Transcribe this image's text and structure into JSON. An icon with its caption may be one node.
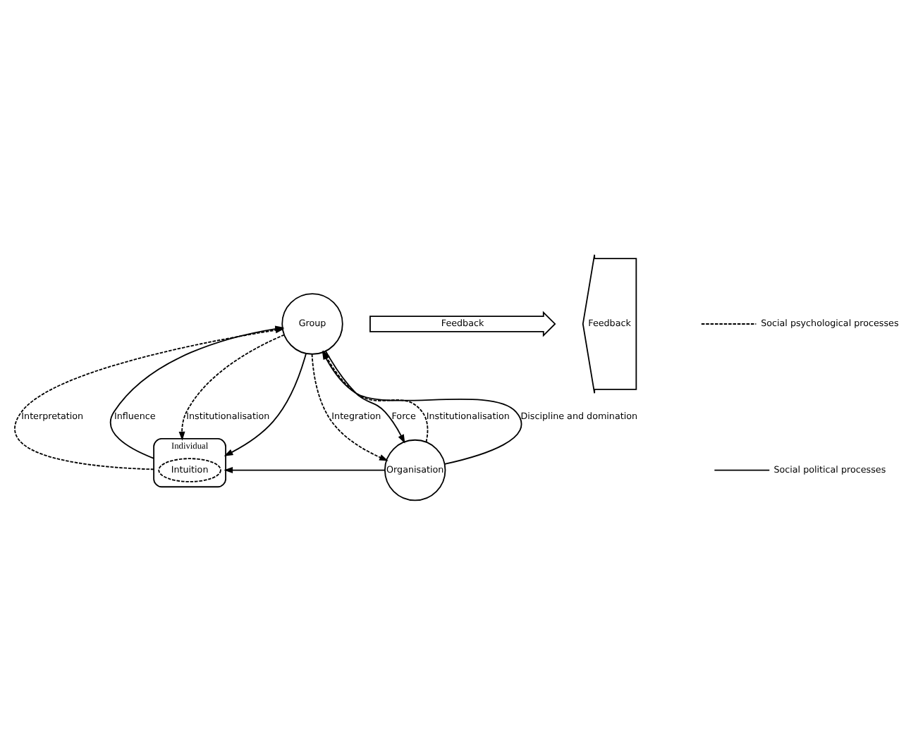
{
  "diagram": {
    "nodes": [
      {
        "text": [
          "Individual"
        ]
      },
      {
        "text": [
          "Intuition"
        ],
        "in": 0
      },
      {
        "text": [
          "Group"
        ]
      },
      {
        "text": [
          "Organisation"
        ]
      },
      {
        "text": [
          "Feedback"
        ]
      },
      {
        "text": [
          "Feedback"
        ]
      }
    ],
    "edges": [
      {
        "from": 0,
        "to": 2,
        "arrow": "to",
        "label": "Interpretation",
        "style": "dashed"
      },
      {
        "from": 0,
        "to": 2,
        "arrow": "to",
        "label": "Influence"
      },
      {
        "from": 2,
        "to": 0,
        "arrow": "to",
        "label": "Institutionalisation",
        "style": "dashed"
      },
      {
        "from": 2,
        "to": 0,
        "arrow": "to"
      },
      {
        "from": 2,
        "to": 3,
        "arrow": "to",
        "label": "Integration",
        "style": "dashed"
      },
      {
        "from": 2,
        "to": 3,
        "arrow": "to",
        "label": "Force"
      },
      {
        "from": 3,
        "to": 2,
        "arrow": "to",
        "label": "Institutionalisation",
        "style": "dashed"
      },
      {
        "from": 3,
        "to": 2,
        "arrow": "to",
        "label": "Discipline and domination"
      },
      {
        "from": 3,
        "to": 0,
        "arrow": "to"
      }
    ],
    "legend": [
      {
        "text": "Social psychological processes"
      },
      {
        "text": "Social political processes"
      }
    ]
  }
}
